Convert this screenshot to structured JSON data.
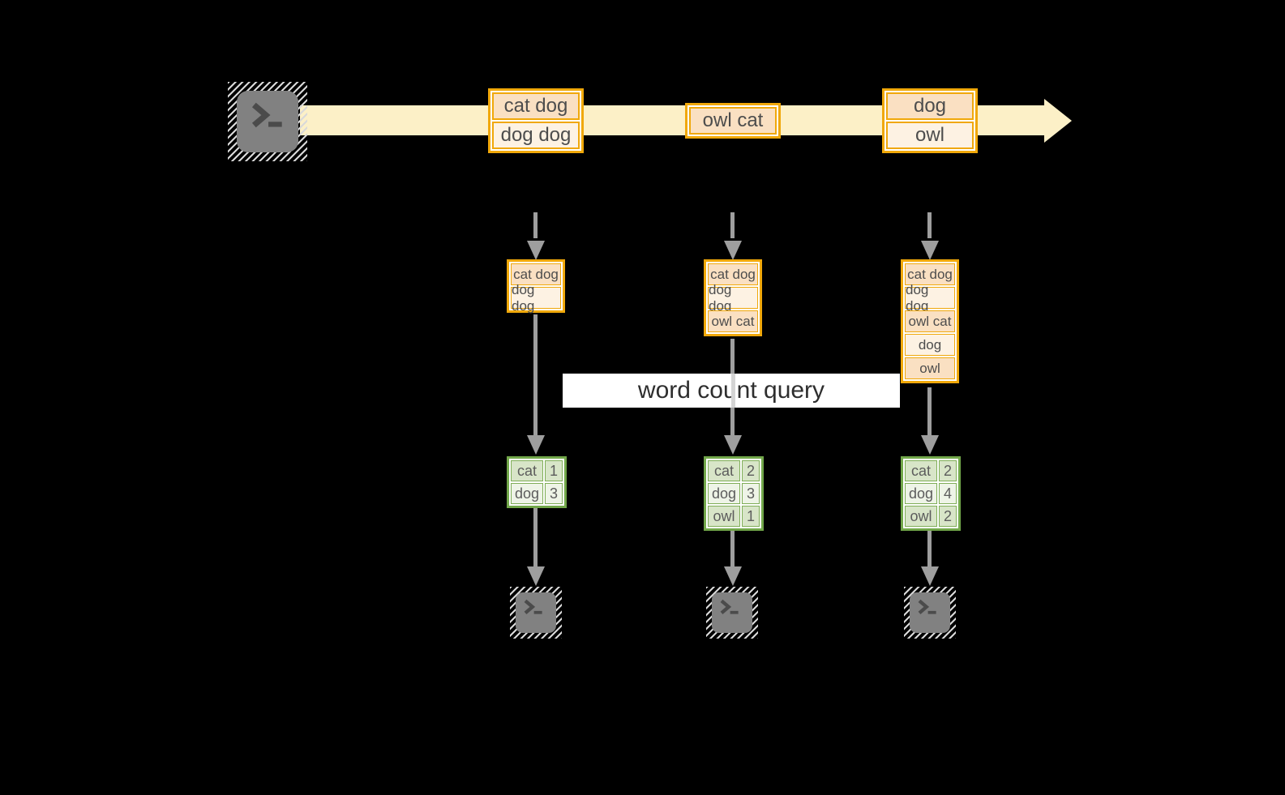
{
  "diagram": {
    "title_hidden": "",
    "query_label": "word count query",
    "source": {
      "icon": "terminal-icon"
    },
    "stream": {
      "boxes": [
        {
          "cells": [
            "cat dog",
            "dog dog"
          ]
        },
        {
          "cells": [
            "owl cat"
          ]
        },
        {
          "cells": [
            "dog",
            "owl"
          ]
        }
      ]
    },
    "windows": [
      {
        "cells": [
          "cat dog",
          "dog dog"
        ]
      },
      {
        "cells": [
          "cat dog",
          "dog dog",
          "owl cat"
        ]
      },
      {
        "cells": [
          "cat dog",
          "dog dog",
          "owl cat",
          "dog",
          "owl"
        ]
      }
    ],
    "results": [
      {
        "rows": [
          {
            "word": "cat",
            "count": "1"
          },
          {
            "word": "dog",
            "count": "3"
          }
        ]
      },
      {
        "rows": [
          {
            "word": "cat",
            "count": "2"
          },
          {
            "word": "dog",
            "count": "3"
          },
          {
            "word": "owl",
            "count": "1"
          }
        ]
      },
      {
        "rows": [
          {
            "word": "cat",
            "count": "2"
          },
          {
            "word": "dog",
            "count": "4"
          },
          {
            "word": "owl",
            "count": "2"
          }
        ]
      }
    ],
    "sinks": [
      {
        "icon": "terminal-icon"
      },
      {
        "icon": "terminal-icon"
      },
      {
        "icon": "terminal-icon"
      }
    ]
  },
  "colors": {
    "background": "#000000",
    "stream-band": "#fcf0c7",
    "accent-orange": "#f0a80a",
    "cell-peach": "#fae0c2",
    "cell-cream": "#fdf2e3",
    "arrow-gray": "#9e9e9e",
    "accent-green": "#72a74a",
    "green-dark": "#d8e5c8",
    "green-light": "#eef4e7",
    "query-bg": "#ffffff",
    "text-dark": "#4d4d4d"
  }
}
